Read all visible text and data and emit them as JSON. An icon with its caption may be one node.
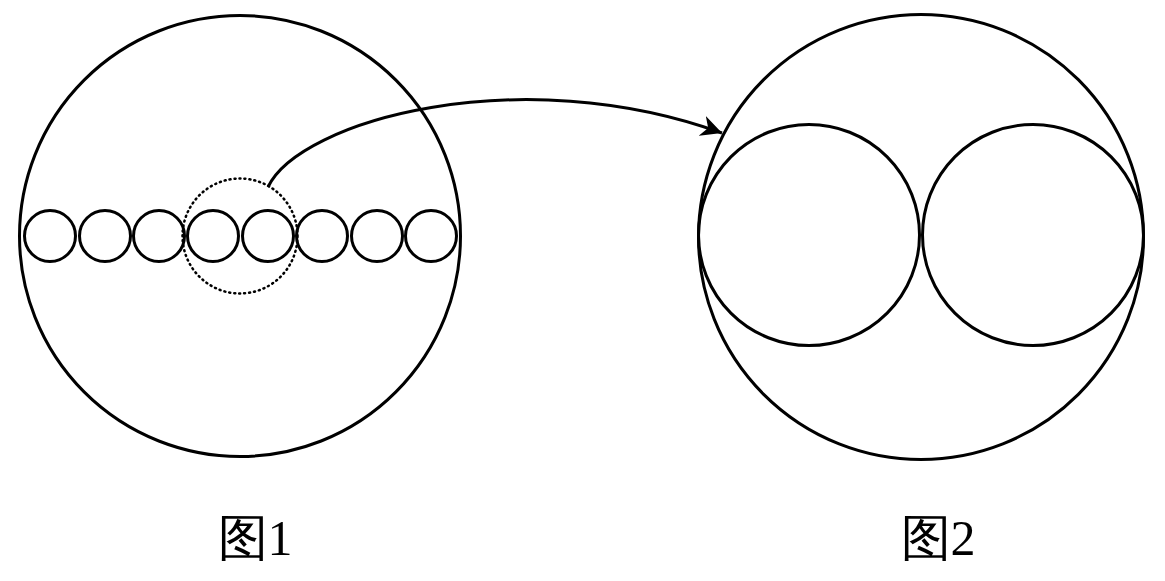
{
  "diagram": {
    "nodes": [
      {
        "text": [],
        "shape": "circle",
        "beside": [
          "图1"
        ]
      },
      {
        "text": [],
        "shape": "circle",
        "in": 0
      },
      {
        "text": [],
        "shape": "circle",
        "in": 0
      },
      {
        "text": [],
        "shape": "circle",
        "in": 0
      },
      {
        "text": [],
        "shape": "circle",
        "in": 0
      },
      {
        "text": [],
        "shape": "circle",
        "in": 4
      },
      {
        "text": [],
        "shape": "circle",
        "in": 4
      },
      {
        "text": [],
        "shape": "circle",
        "in": 0
      },
      {
        "text": [],
        "shape": "circle",
        "in": 0
      },
      {
        "text": [],
        "shape": "circle",
        "in": 0
      },
      {
        "text": [],
        "shape": "circle",
        "beside": [
          "图2"
        ]
      },
      {
        "text": [],
        "shape": "circle",
        "in": 10
      },
      {
        "text": [],
        "shape": "circle",
        "in": 10
      }
    ],
    "edges": [
      {
        "from": 4,
        "to": 10,
        "arrow": "to"
      }
    ]
  }
}
